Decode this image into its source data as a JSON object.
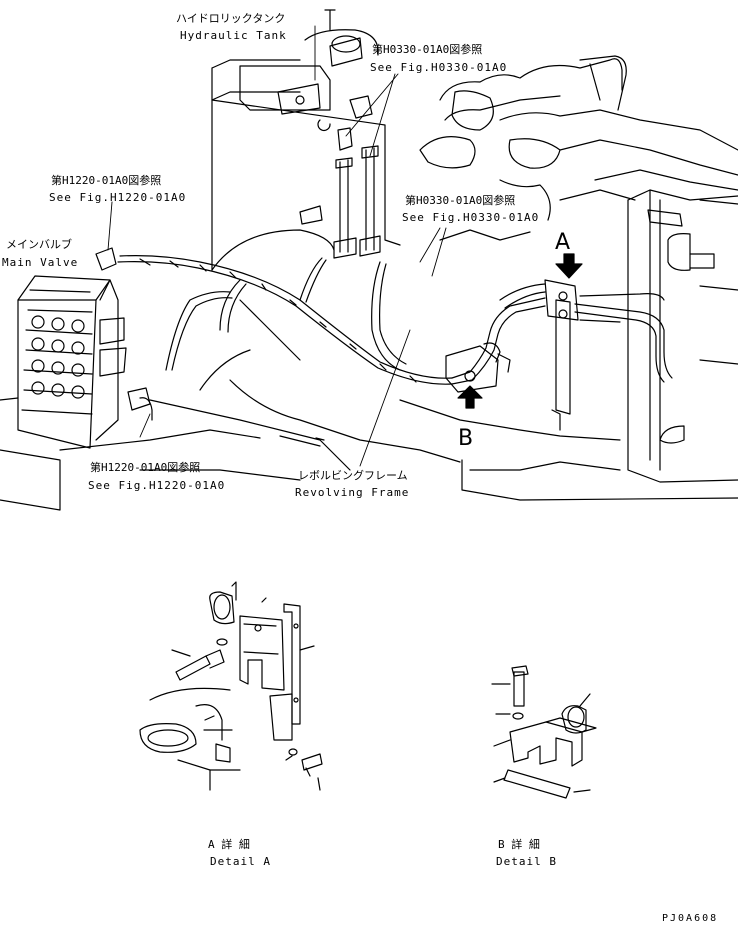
{
  "labels": {
    "hydraulic_tank_jp": "ハイドロリックタンク",
    "hydraulic_tank_en": "Hydraulic Tank",
    "ref_h0330_top_jp": "第H0330-01A0図参照",
    "ref_h0330_top_en": "See Fig.H0330-01A0",
    "ref_h1220_top_jp": "第H1220-01A0図参照",
    "ref_h1220_top_en": "See Fig.H1220-01A0",
    "ref_h0330_mid_jp": "第H0330-01A0図参照",
    "ref_h0330_mid_en": "See Fig.H0330-01A0",
    "main_valve_jp": "メインバルブ",
    "main_valve_en": "Main Valve",
    "ref_h1220_bot_jp": "第H1220-01A0図参照",
    "ref_h1220_bot_en": "See Fig.H1220-01A0",
    "revolving_frame_jp": "レボルビングフレーム",
    "revolving_frame_en": "Revolving Frame",
    "letter_a": "A",
    "letter_b": "B",
    "detail_a_jp": "A 詳 細",
    "detail_a_en": "Detail A",
    "detail_b_jp": "B 詳 細",
    "detail_b_en": "Detail B",
    "doc_code": "PJ0A608"
  },
  "colors": {
    "ink": "#000000",
    "paper": "#ffffff"
  }
}
